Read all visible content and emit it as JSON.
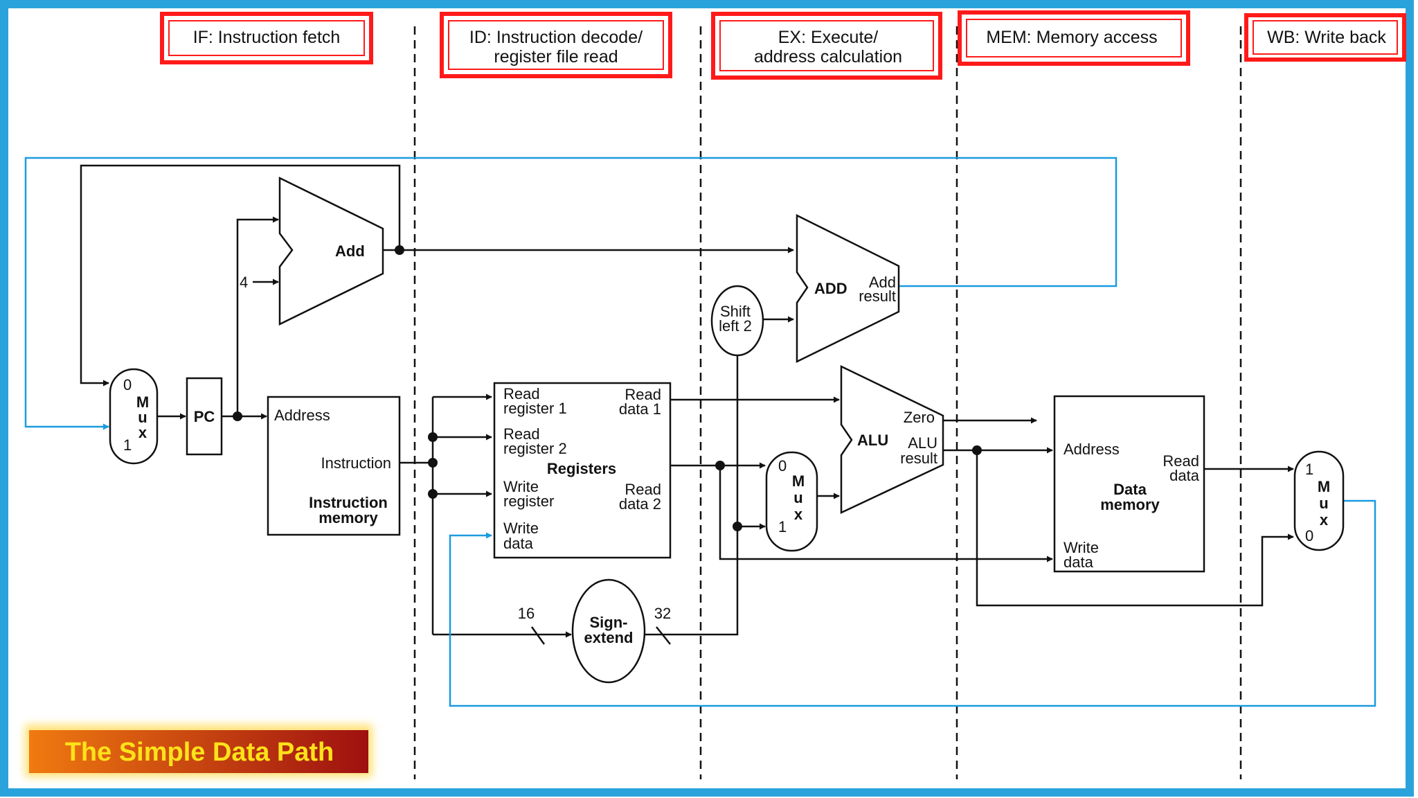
{
  "stages": [
    {
      "id": "if",
      "lines": [
        "IF: Instruction fetch"
      ]
    },
    {
      "id": "id",
      "lines": [
        "ID: Instruction decode/",
        "register file read"
      ]
    },
    {
      "id": "ex",
      "lines": [
        "EX: Execute/",
        "address calculation"
      ]
    },
    {
      "id": "mem",
      "lines": [
        "MEM: Memory access"
      ]
    },
    {
      "id": "wb",
      "lines": [
        "WB: Write back"
      ]
    }
  ],
  "blocks": {
    "add": "Add",
    "const4": "4",
    "pc": "PC",
    "instr_mem": {
      "address": "Address",
      "instruction": "Instruction",
      "name": [
        "Instruction",
        "memory"
      ]
    },
    "registers": {
      "read_reg1": [
        "Read",
        "register 1"
      ],
      "read_reg2": [
        "Read",
        "register 2"
      ],
      "write_reg": [
        "Write",
        "register"
      ],
      "write_data": [
        "Write",
        "data"
      ],
      "read_data1": [
        "Read",
        "data 1"
      ],
      "read_data2": [
        "Read",
        "data 2"
      ],
      "name": "Registers"
    },
    "shift_left": [
      "Shift",
      "left 2"
    ],
    "add_branch": {
      "name": "ADD",
      "result": [
        "Add",
        "result"
      ]
    },
    "alu": {
      "name": "ALU",
      "zero": "Zero",
      "result": [
        "ALU",
        "result"
      ]
    },
    "sign_extend": {
      "name": [
        "Sign-",
        "extend"
      ],
      "in_bits": "16",
      "out_bits": "32"
    },
    "data_mem": {
      "address": "Address",
      "read_data": [
        "Read",
        "data"
      ],
      "write_data": [
        "Write",
        "data"
      ],
      "name": [
        "Data",
        "memory"
      ]
    },
    "mux_letters": [
      "M",
      "u",
      "x"
    ],
    "mux_pc": {
      "top": "0",
      "bottom": "1"
    },
    "mux_alu": {
      "top": "0",
      "bottom": "1"
    },
    "mux_wb": {
      "top": "1",
      "bottom": "0"
    }
  },
  "title": "The Simple Data Path",
  "colors": {
    "wire": "#111111",
    "feedback_wire": "#1a9be0",
    "frame": "#2aa3dc",
    "stage_box_border": "#ff1a1a",
    "title_bg_start": "#f07a10",
    "title_bg_end": "#9e1010",
    "title_text": "#ffe21a",
    "title_glow": "#ffd84a"
  }
}
